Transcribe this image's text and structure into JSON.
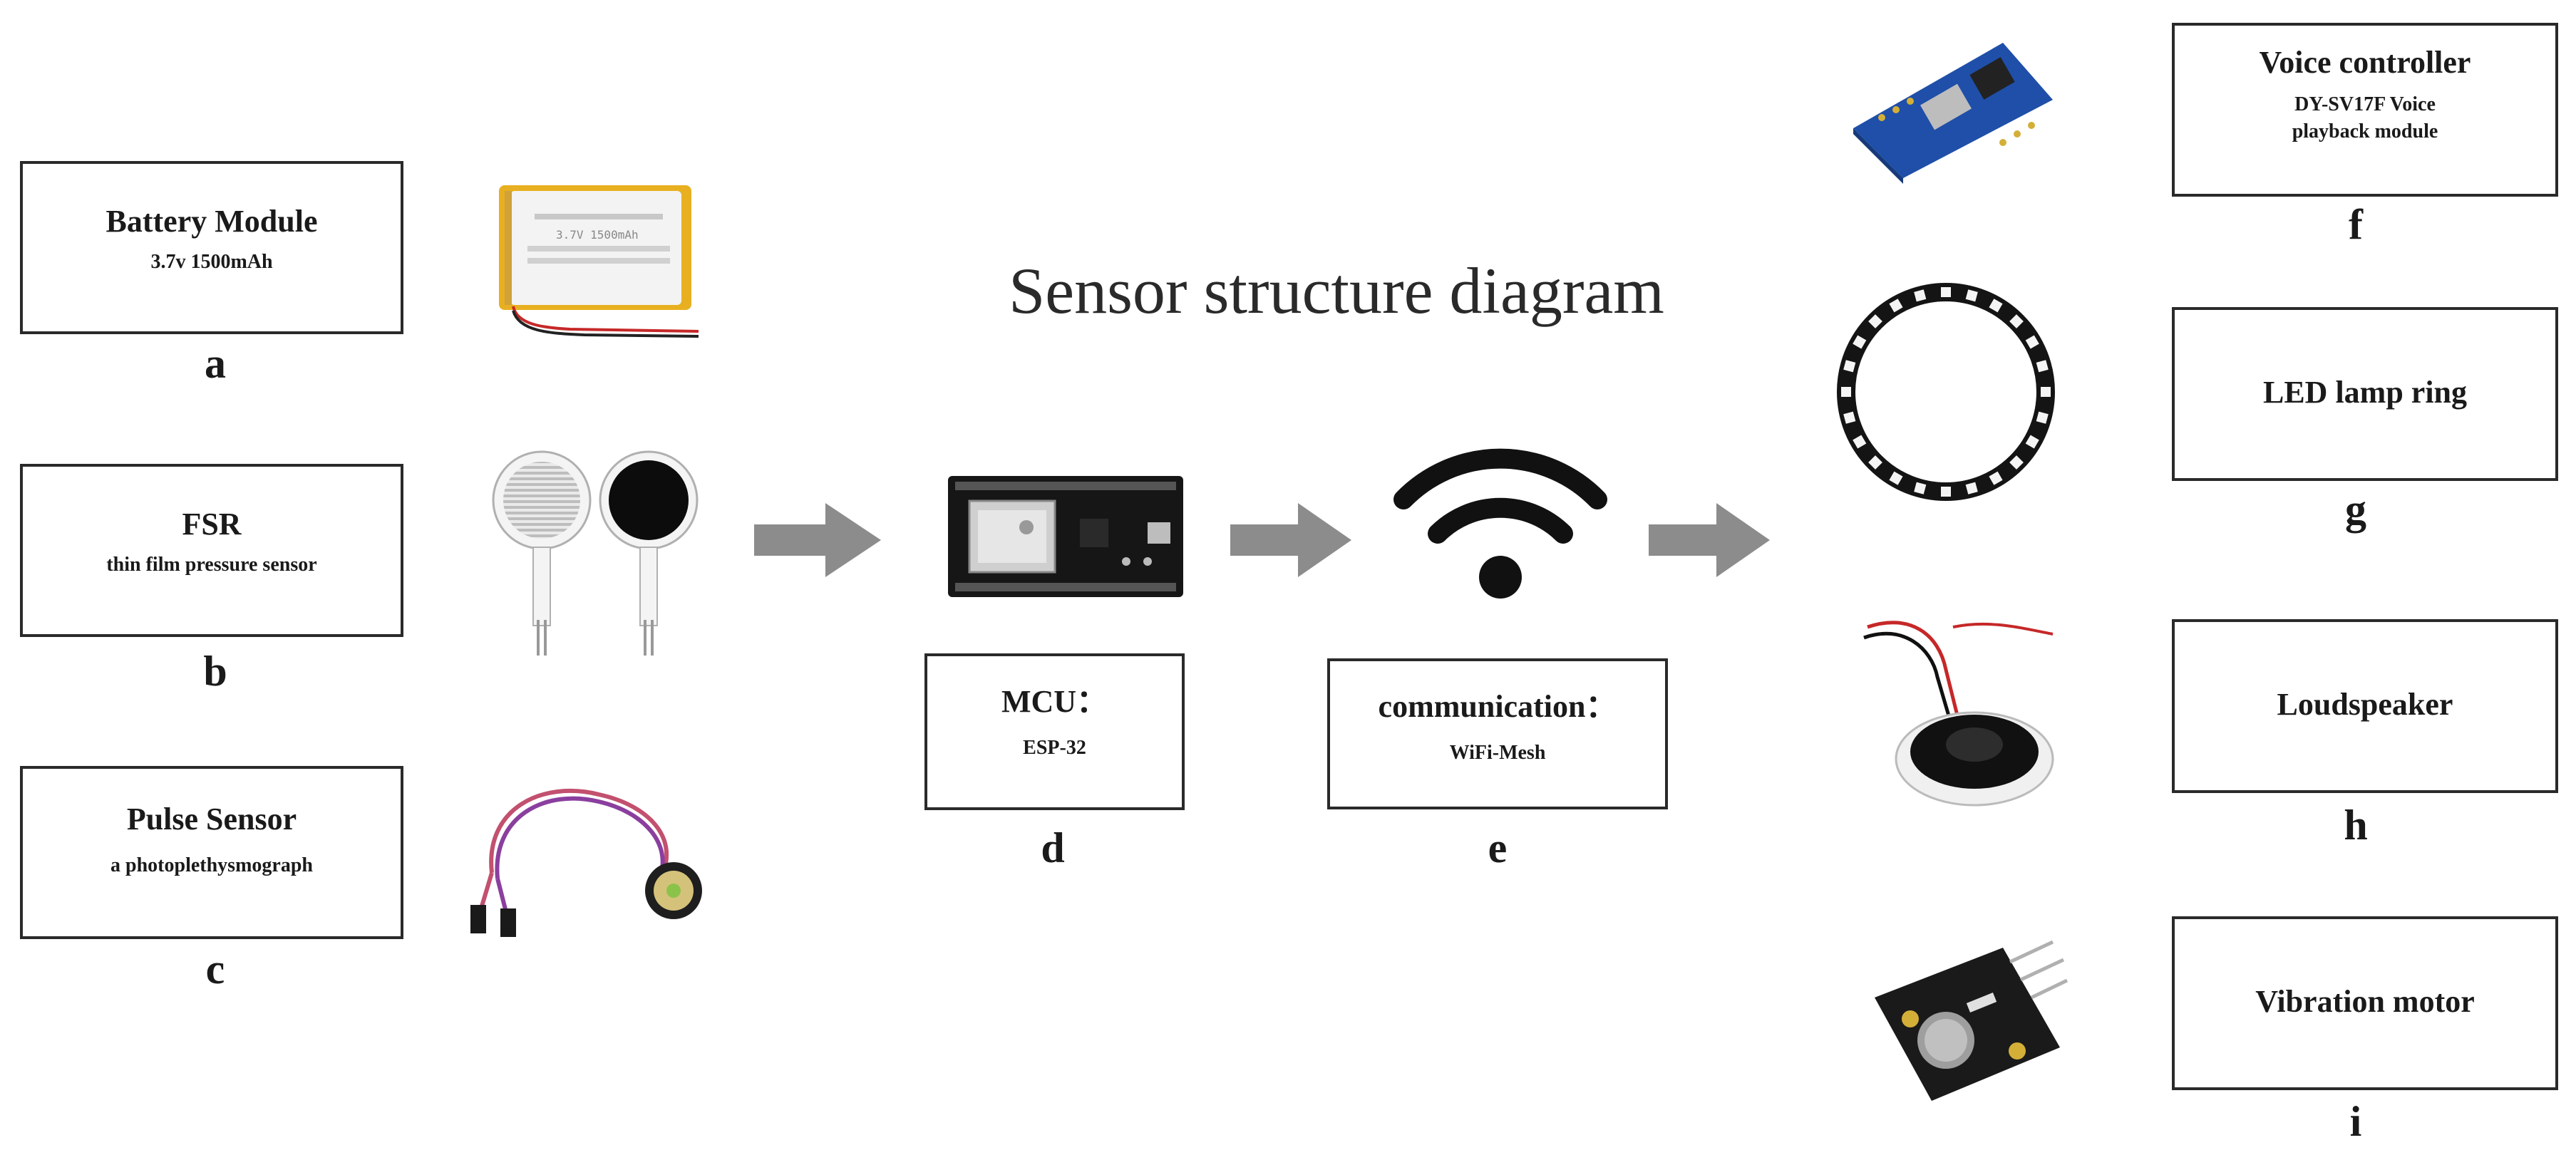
{
  "title": "Sensor structure diagram",
  "inputs": [
    {
      "id": "a",
      "title": "Battery Module",
      "subtitle": "3.7v 1500mAh",
      "picture_label": "3.7V 1500mAh"
    },
    {
      "id": "b",
      "title": "FSR",
      "subtitle": "thin film pressure sensor"
    },
    {
      "id": "c",
      "title": "Pulse Sensor",
      "subtitle": "a photoplethysmograph"
    }
  ],
  "mcu": {
    "id": "d",
    "title": "MCU：",
    "subtitle": "ESP-32"
  },
  "comm": {
    "id": "e",
    "title": "communication：",
    "subtitle": "WiFi-Mesh"
  },
  "outputs": [
    {
      "id": "f",
      "title": "Voice controller",
      "subtitle_line1": "DY-SV17F Voice",
      "subtitle_line2": "playback module"
    },
    {
      "id": "g",
      "title": "LED lamp ring"
    },
    {
      "id": "h",
      "title": "Loudspeaker"
    },
    {
      "id": "i",
      "title": "Vibration motor"
    }
  ],
  "colors": {
    "arrow": "#8c8c8c",
    "border": "#2a2a2a",
    "pcb_blue": "#1f4fa8",
    "pcb_black": "#161616",
    "battery_yellow": "#e8b020",
    "cable_pink": "#c2506e"
  }
}
